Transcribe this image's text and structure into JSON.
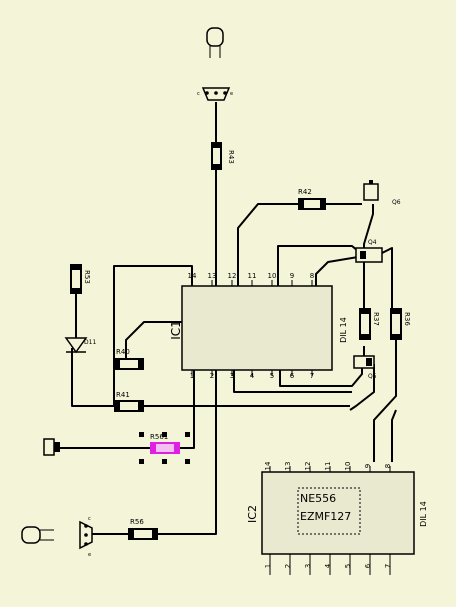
{
  "colors": {
    "background": "#f4f4d8",
    "trace": "#000000",
    "ic_body": "#e9e9d0",
    "highlight": "#e020e0"
  },
  "ic1": {
    "ref": "IC1",
    "package": "DIL 14",
    "pins_top": [
      "14",
      "13",
      "12",
      "11",
      "10",
      "9",
      "8"
    ],
    "pins_bottom": [
      "1",
      "2",
      "3",
      "4",
      "5",
      "6",
      "7"
    ]
  },
  "ic2": {
    "ref": "IC2",
    "package": "DIL 14",
    "part_line1": "NE556",
    "part_line2": "EZMF127",
    "pins_top": [
      "14",
      "13",
      "12",
      "11",
      "10",
      "9",
      "8"
    ],
    "pins_bottom": [
      "1",
      "2",
      "3",
      "4",
      "5",
      "6",
      "7"
    ]
  },
  "resistors": {
    "r43": "R43",
    "r42": "R42",
    "r53": "R53",
    "r40": "R40",
    "r41": "R41",
    "r561": "R561",
    "r56": "R56",
    "r37": "R37",
    "r36": "R36"
  },
  "transistors": {
    "q6": "Q6",
    "q4": "Q4",
    "q5": "Q5"
  },
  "diode": {
    "d11": "D11"
  },
  "led_pins": {
    "top_c": "c",
    "top_e": "e",
    "bottom_c": "c",
    "bottom_e": "e"
  }
}
